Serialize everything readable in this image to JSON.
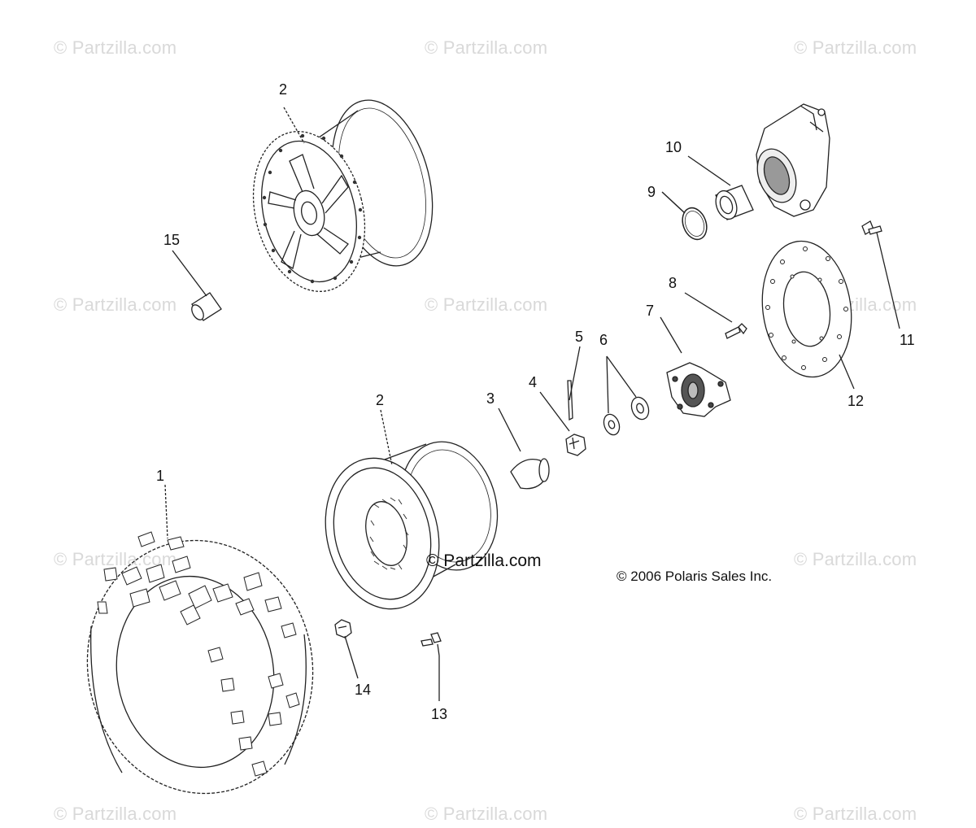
{
  "watermark_text": "© Partzilla.com",
  "center_watermark": "© Partzilla.com",
  "copyright": "© 2006 Polaris Sales Inc.",
  "callouts": [
    "1",
    "2",
    "2",
    "3",
    "4",
    "5",
    "6",
    "7",
    "8",
    "9",
    "10",
    "11",
    "12",
    "13",
    "14",
    "15"
  ],
  "parts": [
    {
      "name": "tire",
      "callout": "1"
    },
    {
      "name": "wheel-rim",
      "callout": "2"
    },
    {
      "name": "hub-cap",
      "callout": "3"
    },
    {
      "name": "castle-nut",
      "callout": "4"
    },
    {
      "name": "cotter-pin",
      "callout": "5"
    },
    {
      "name": "washer",
      "callout": "6"
    },
    {
      "name": "wheel-hub",
      "callout": "7"
    },
    {
      "name": "hub-bolt",
      "callout": "8"
    },
    {
      "name": "retaining-ring",
      "callout": "9"
    },
    {
      "name": "bearing",
      "callout": "10"
    },
    {
      "name": "brake-disc-bolt",
      "callout": "11"
    },
    {
      "name": "brake-disc",
      "callout": "12"
    },
    {
      "name": "valve-stem",
      "callout": "13"
    },
    {
      "name": "lug-nut",
      "callout": "14"
    },
    {
      "name": "stud-spacer",
      "callout": "15"
    },
    {
      "name": "knuckle-housing",
      "callout": ""
    }
  ]
}
